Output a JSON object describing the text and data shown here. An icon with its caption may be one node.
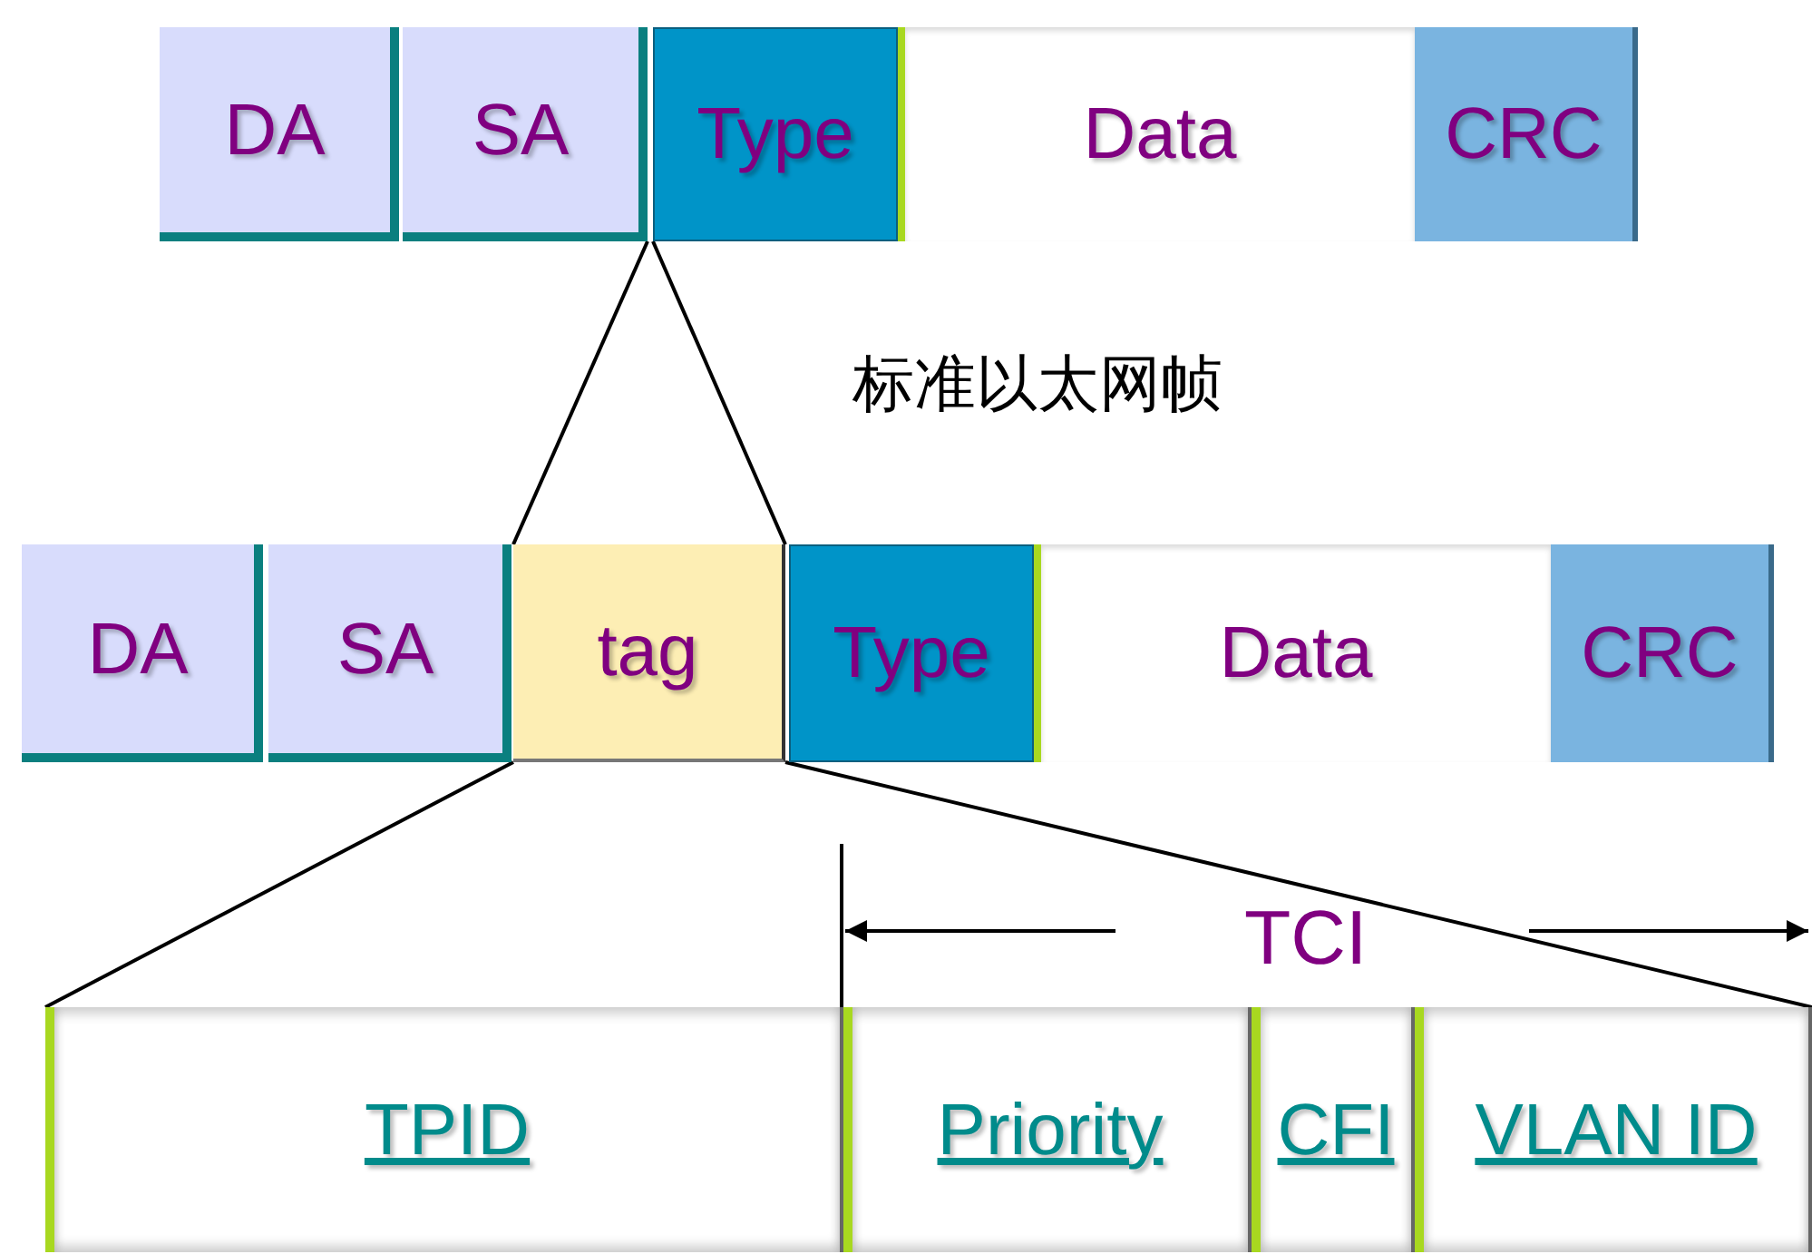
{
  "diagram": {
    "nodes": [
      {
        "text": [
          "DA"
        ]
      },
      {
        "text": [
          "SA"
        ]
      },
      {
        "text": [
          "Type"
        ]
      },
      {
        "text": [
          "Data"
        ]
      },
      {
        "text": [
          "CRC"
        ]
      },
      {
        "text": [
          "DA"
        ]
      },
      {
        "text": [
          "SA"
        ]
      },
      {
        "text": [
          "tag"
        ]
      },
      {
        "text": [
          "Type"
        ]
      },
      {
        "text": [
          "Data"
        ]
      },
      {
        "text": [
          "CRC"
        ]
      },
      {
        "text": [
          "TPID"
        ]
      },
      {
        "text": [
          "Priority"
        ]
      },
      {
        "text": [
          "CFI"
        ]
      },
      {
        "text": [
          "VLAN ID"
        ]
      }
    ],
    "edges": [
      {
        "from": 1,
        "to": 7,
        "arrow": "none"
      },
      {
        "from": 2,
        "to": 7,
        "arrow": "none"
      },
      {
        "from": 7,
        "to": 11,
        "arrow": "none"
      },
      {
        "from": 7,
        "to": 14,
        "arrow": "none"
      }
    ],
    "labels": [
      "标准以太网帧",
      "TCI"
    ]
  }
}
